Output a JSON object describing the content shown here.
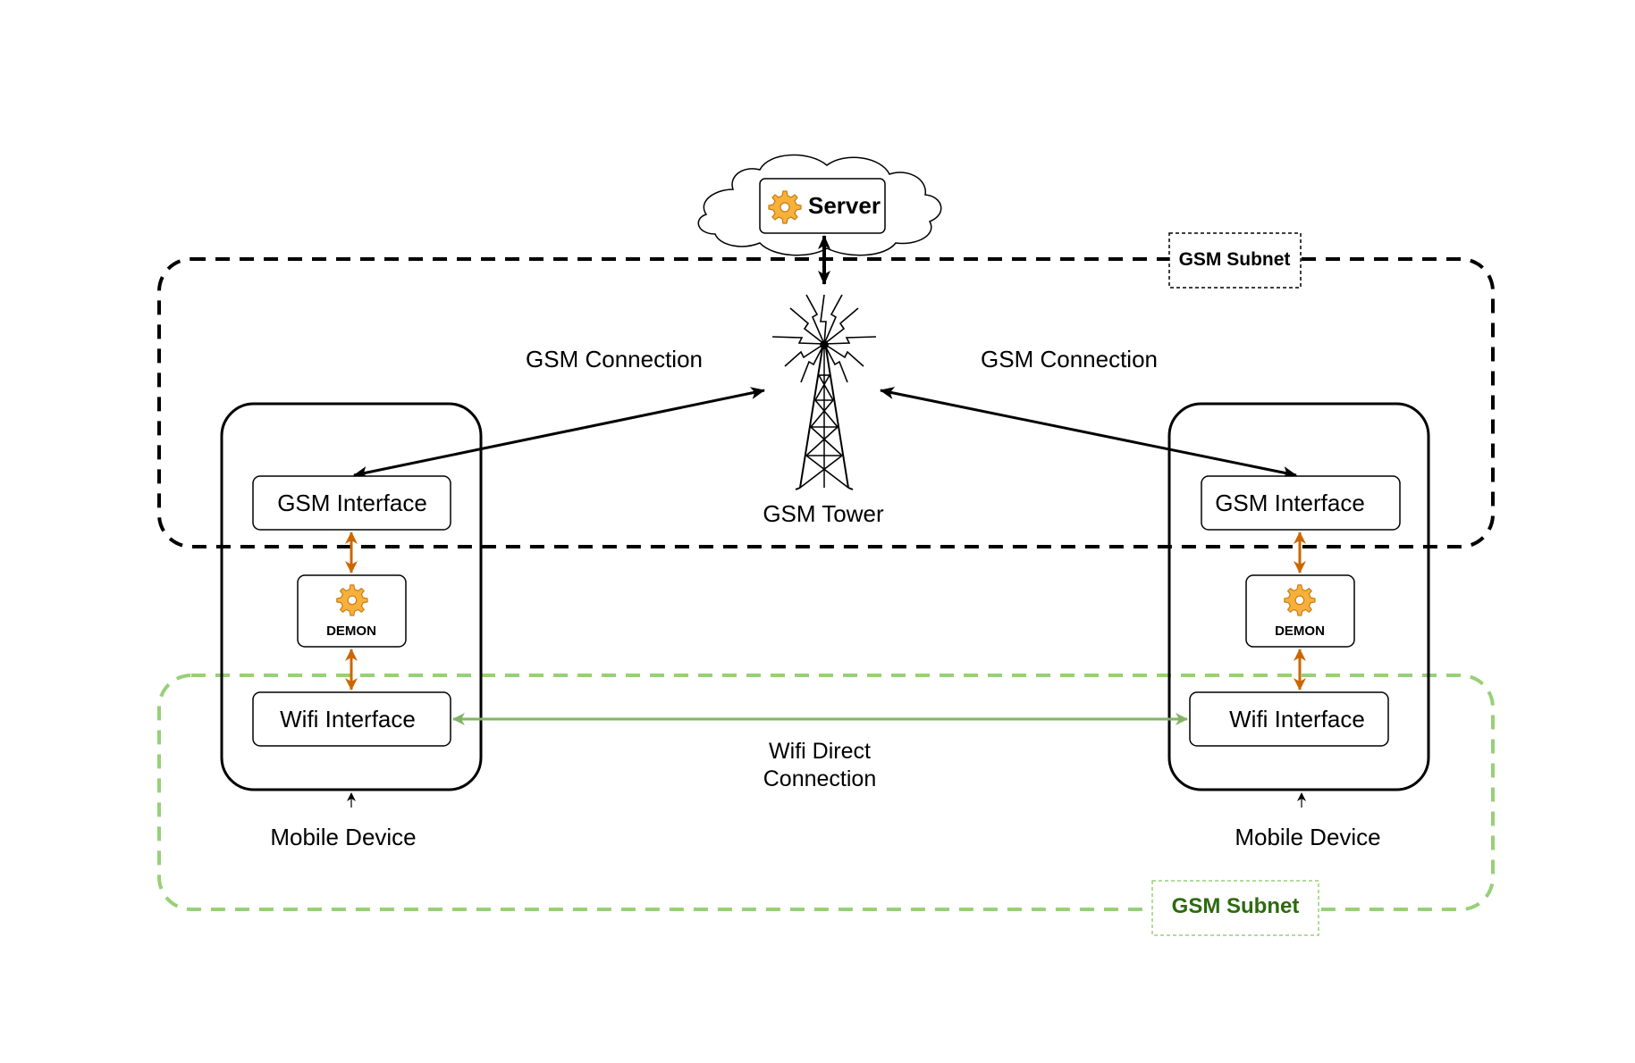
{
  "diagram": {
    "server": {
      "label": "Server"
    },
    "tower": {
      "label": "GSM Tower"
    },
    "gsm_subnet_top": {
      "label": "GSM Subnet"
    },
    "gsm_subnet_bottom": {
      "label": "GSM Subnet"
    },
    "connection_left": {
      "label": "GSM Connection"
    },
    "connection_right": {
      "label": "GSM Connection"
    },
    "wifi_direct": {
      "line1": "Wifi Direct",
      "line2": "Connection"
    },
    "device_left": {
      "gsm_interface": "GSM Interface",
      "demon": "DEMON",
      "wifi_interface": "Wifi Interface",
      "caption": "Mobile Device"
    },
    "device_right": {
      "gsm_interface": "GSM Interface",
      "demon": "DEMON",
      "wifi_interface": "Wifi Interface",
      "caption": "Mobile Device"
    }
  },
  "colors": {
    "black_subnet": "#000000",
    "green_subnet": "#97d077",
    "wifi_link": "#82b366",
    "orange_arrow": "#cc6600",
    "gear": "#f5a623"
  },
  "icons": [
    "cloud-icon",
    "gear-icon",
    "tower-icon"
  ]
}
